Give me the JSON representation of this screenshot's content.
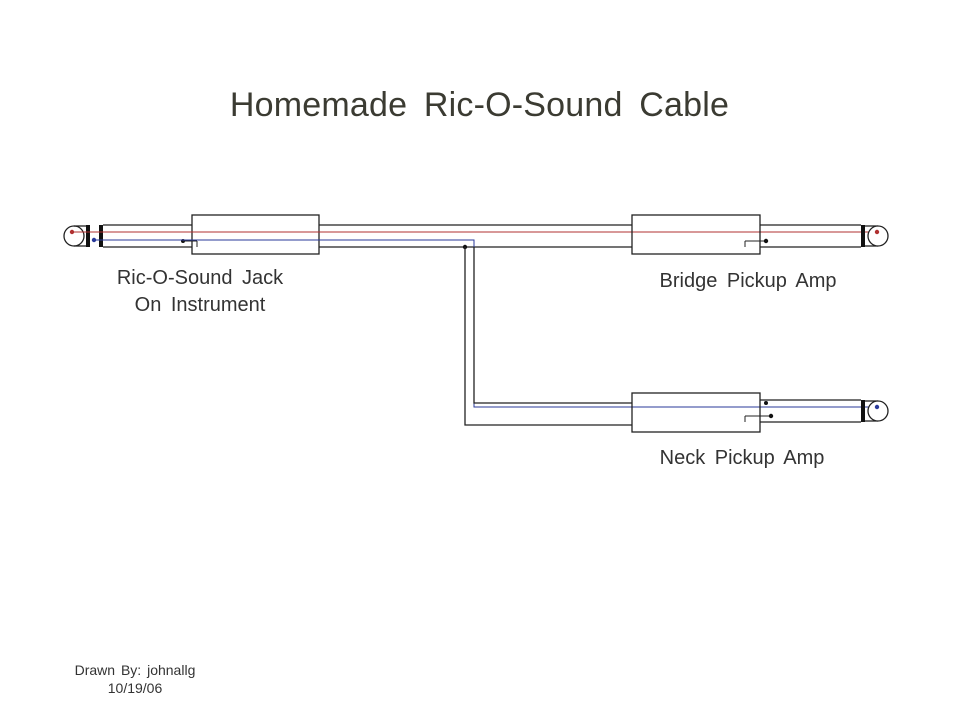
{
  "diagram": {
    "title": "Homemade  Ric-O-Sound  Cable",
    "labels": {
      "ros_jack_line1": "Ric-O-Sound  Jack",
      "ros_jack_line2": "On  Instrument",
      "bridge": "Bridge  Pickup  Amp",
      "neck": "Neck  Pickup  Amp"
    },
    "credit": {
      "drawn_by": "Drawn  By:  johnallg",
      "date": "10/19/06"
    },
    "colors": {
      "line": "#222222",
      "bridge_signal": "#b03030",
      "neck_signal": "#2a3a9a",
      "text": "#333333"
    }
  }
}
